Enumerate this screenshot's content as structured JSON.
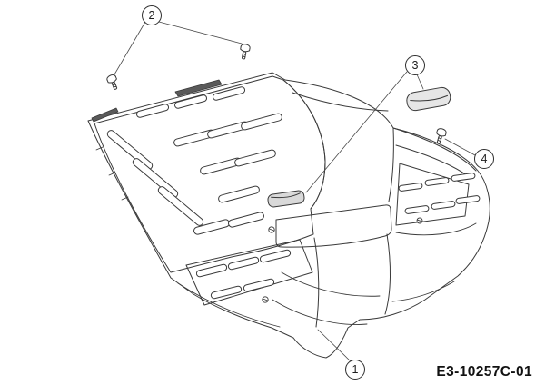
{
  "diagram": {
    "part_code": "E3-10257C-01",
    "callouts": [
      {
        "id": "1"
      },
      {
        "id": "2"
      },
      {
        "id": "3"
      },
      {
        "id": "4"
      }
    ],
    "colors": {
      "line": "#3a3a3a",
      "background": "#ffffff"
    }
  }
}
